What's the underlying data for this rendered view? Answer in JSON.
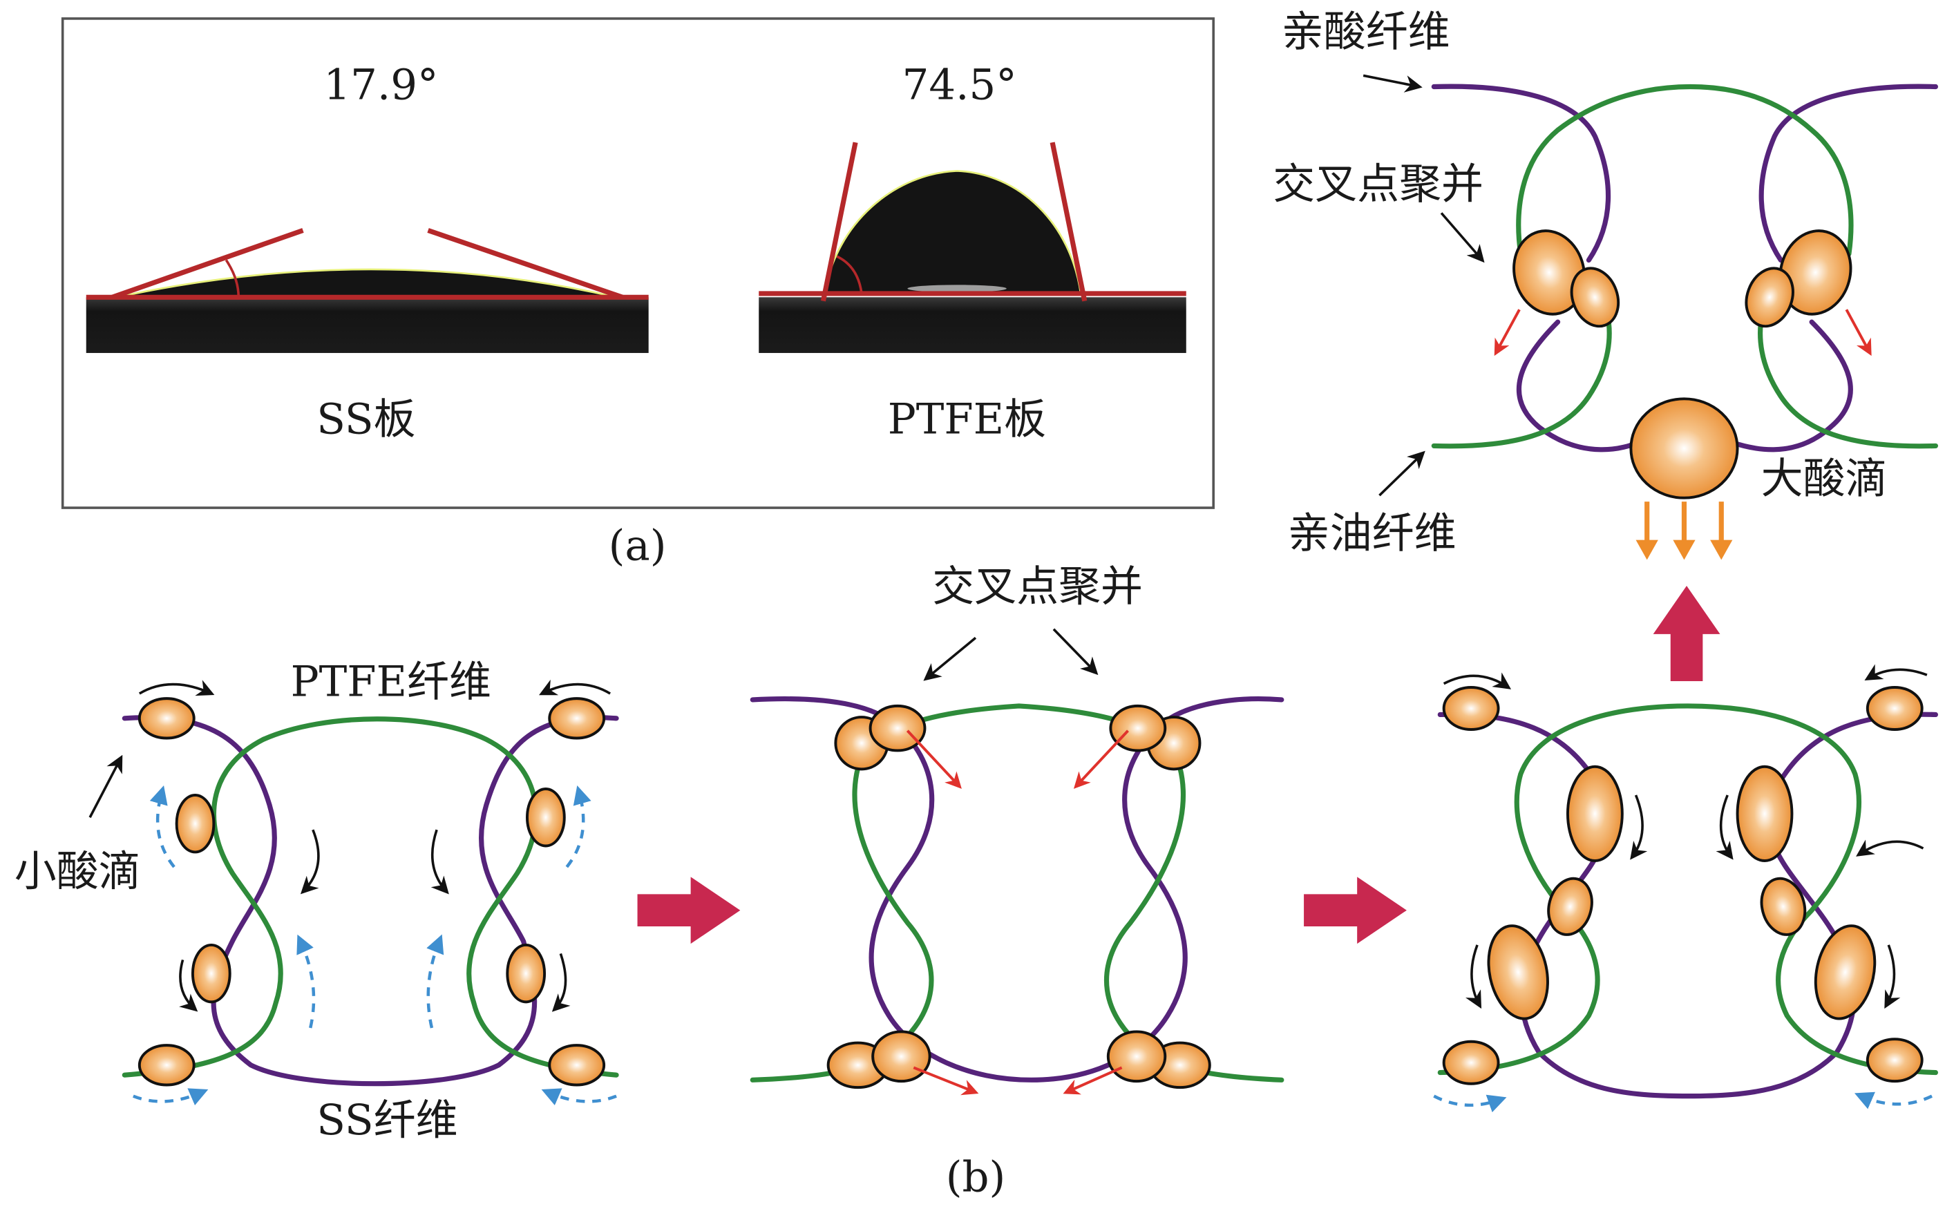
{
  "figure": {
    "panel_a": {
      "caption": "(a)",
      "samples": [
        {
          "angle_label": "17.9°",
          "plate_label": "SS板",
          "contact_angle_deg": 17.9
        },
        {
          "angle_label": "74.5°",
          "plate_label": "PTFE板",
          "contact_angle_deg": 74.5
        }
      ]
    },
    "panel_b": {
      "caption": "(b)",
      "stage1": {
        "ptfe_fiber_label": "PTFE纤维",
        "ss_fiber_label": "SS纤维",
        "small_droplet_label": "小酸滴"
      },
      "stage2": {
        "crosspoint_label": "交叉点聚并"
      },
      "stage4": {
        "acidophilic_fiber_label": "亲酸纤维",
        "crosspoint_label": "交叉点聚并",
        "oleophilic_fiber_label": "亲油纤维",
        "large_droplet_label": "大酸滴"
      }
    },
    "colors": {
      "ptfe_fiber": "#2e8b3a",
      "ss_fiber": "#55237a",
      "droplet": "#ef9a3a",
      "process_arrow": "#c8284f",
      "flow_arrow_blue": "#3f8fd0",
      "coalesce_arrow_red": "#e0322c",
      "fall_arrow_orange": "#ee8d2a",
      "angle_line": "#b5282a"
    }
  }
}
